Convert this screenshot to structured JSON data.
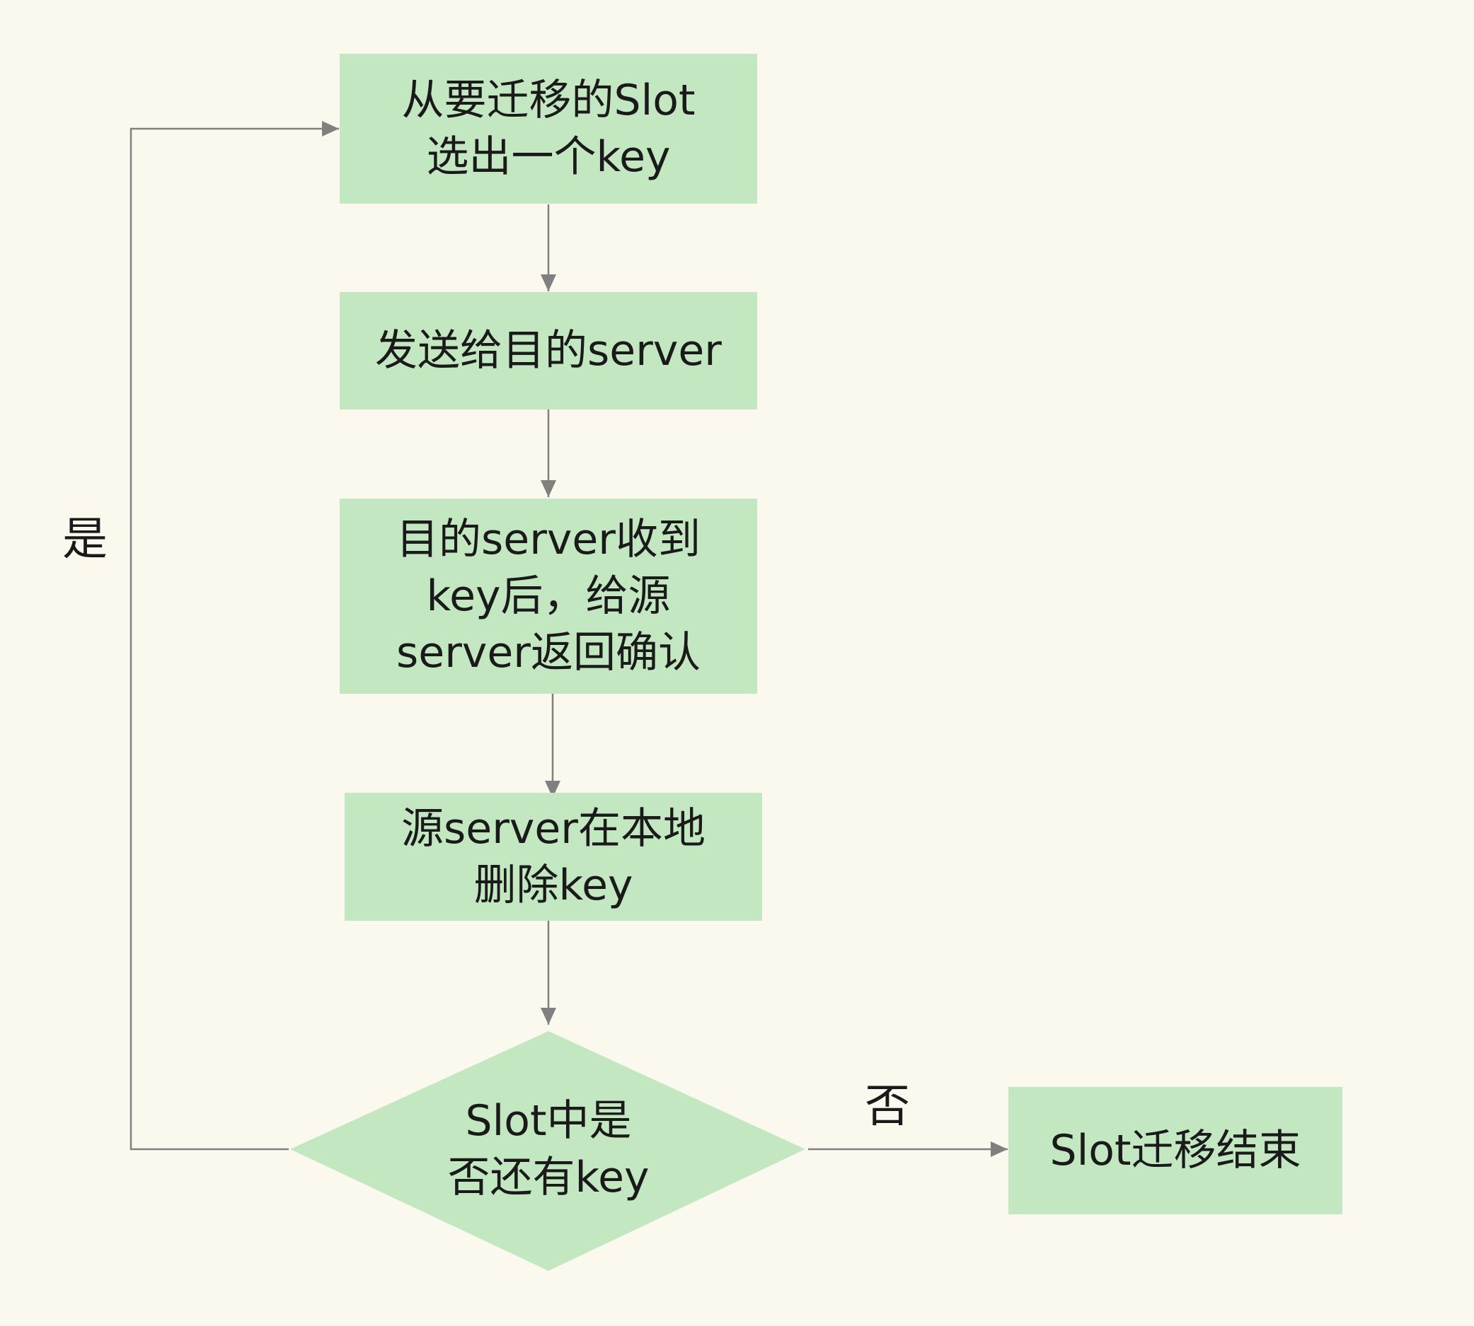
{
  "diagram": {
    "nodes": {
      "select_key": "从要迁移的Slot\n选出一个key",
      "send_key": "发送给目的server",
      "confirm": "目的server收到\nkey后，给源\nserver返回确认",
      "delete_key": "源server在本地\n删除key",
      "decision": "Slot中是\n否还有key",
      "end": "Slot迁移结束"
    },
    "edge_labels": {
      "yes": "是",
      "no": "否"
    },
    "colors": {
      "background": "#fbf9ee",
      "node_fill": "#c3e8c1",
      "connector": "#808080"
    }
  }
}
